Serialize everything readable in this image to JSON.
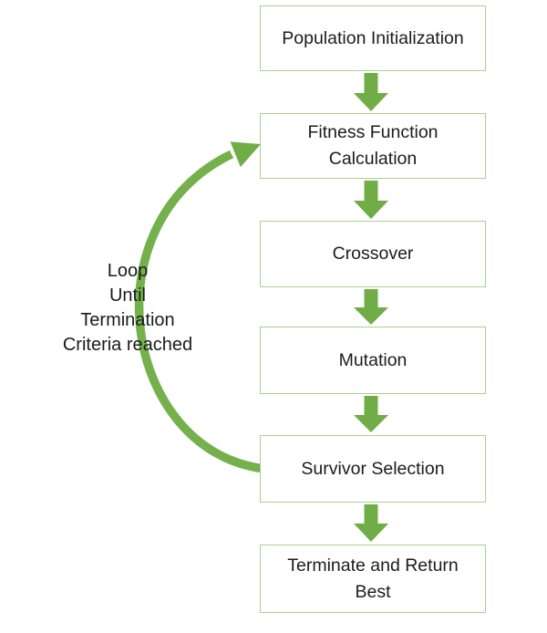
{
  "diagram": {
    "type": "flowchart",
    "subject": "Genetic Algorithm process flow",
    "boxes": [
      {
        "id": "population-initialization",
        "label": "Population Initialization"
      },
      {
        "id": "fitness-function-calculation",
        "label": "Fitness Function\nCalculation"
      },
      {
        "id": "crossover",
        "label": "Crossover"
      },
      {
        "id": "mutation",
        "label": "Mutation"
      },
      {
        "id": "survivor-selection",
        "label": "Survivor Selection"
      },
      {
        "id": "terminate-and-return-best",
        "label": "Terminate and Return\nBest"
      }
    ],
    "loop": {
      "label": "Loop\nUntil\nTermination\nCriteria reached",
      "from": "Survivor Selection",
      "to": "Fitness Function Calculation"
    },
    "connections": [
      "Population Initialization -> Fitness Function Calculation",
      "Fitness Function Calculation -> Crossover",
      "Crossover -> Mutation",
      "Mutation -> Survivor Selection",
      "Survivor Selection -> Terminate and Return Best",
      "Survivor Selection -> Fitness Function Calculation (loop back)"
    ],
    "colors": {
      "arrow_green": "#70ad47",
      "loop_arc_green": "#74b14c",
      "box_border_green": "#a9d18e",
      "box_fill": "#ffffff",
      "text": "#1c1c1c"
    }
  }
}
